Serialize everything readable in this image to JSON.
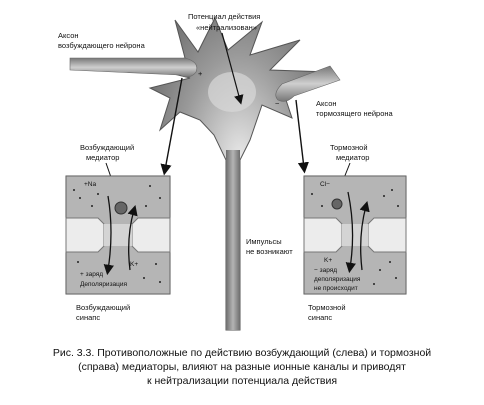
{
  "labels": {
    "ap_title_line1": "Потенциал действия",
    "ap_title_line2": "«нейтрализован»",
    "exc_axon_line1": "Аксон",
    "exc_axon_line2": "возбуждающего нейрона",
    "inh_axon_line1": "Аксон",
    "inh_axon_line2": "тормозящего нейрона",
    "exc_mediator_line1": "Возбуждающий",
    "exc_mediator_line2": "медиатор",
    "inh_mediator_line1": "Тормозной",
    "inh_mediator_line2": "медиатор",
    "impulses_line1": "Импульсы",
    "impulses_line2": "не возникают",
    "exc_synapse_line1": "Возбуждающий",
    "exc_synapse_line2": "синапс",
    "inh_synapse_line1": "Тормозной",
    "inh_synapse_line2": "синапс",
    "plus_sign": "+",
    "minus_sign": "−"
  },
  "left_box": {
    "na_label": "+Na",
    "k_label": "K+",
    "charge_label": "+ заряд",
    "depol_label": "Деполяризация"
  },
  "right_box": {
    "cl_label": "Cl−",
    "k_label": "K+",
    "charge_label": "− заряд",
    "depol_line1": "деполяризация",
    "depol_line2": "не происходит"
  },
  "caption": {
    "line1": "Рис. 3.3. Противоположные по действию возбуждающий (слева) и тормозной",
    "line2": "(справа) медиаторы, влияют на разные ионные каналы и приводят",
    "line3": "к нейтрализации потенциала действия"
  }
}
